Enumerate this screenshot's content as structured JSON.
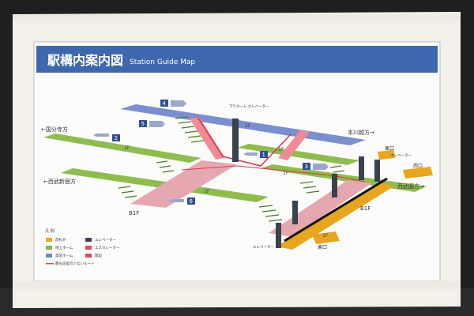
{
  "header": {
    "title_jp": "駅構内案内図",
    "title_en": "Station Guide Map"
  },
  "directions": {
    "kokubunji": "←国分寺方",
    "kogawa": "本川越方→",
    "seibu_shinjuku": "←西武新宿方",
    "seibu_en": "西武園方→"
  },
  "floors": {
    "f2": "2F",
    "f1a": "1F",
    "f1b": "1F",
    "f1c": "1F",
    "f1d": "1F",
    "f1e": "1F",
    "b1f_left": "B1F",
    "b1f_right": "B1F"
  },
  "tracks": [
    "4",
    "5",
    "2",
    "1",
    "3",
    "6"
  ],
  "exits": {
    "west": "西口",
    "east_upper": "東口",
    "east_lower": "東口"
  },
  "elevators": {
    "top": "下りホーム\nエレベーター",
    "right": "エレベーター",
    "left": "エレベーター"
  },
  "legend": {
    "title": "凡 例",
    "items": [
      {
        "label": "改札外",
        "color": "#e8a51e"
      },
      {
        "label": "地上ホーム",
        "color": "#86b44a"
      },
      {
        "label": "高架ホーム",
        "color": "#6f86c4"
      },
      {
        "label": "最も段差の少ないルート",
        "color": "#e04a57"
      },
      {
        "label": "エレベーター",
        "color": "#3a4250"
      },
      {
        "label": "エスカレーター",
        "color": "#e04a57"
      },
      {
        "label": "階段",
        "color": "#e04a57"
      }
    ]
  },
  "colors": {
    "banner": "#3f67ad",
    "ticket_outside": "#e8a51e",
    "ground_platform": "#86b44a",
    "elevated_platform": "#6f86c4",
    "accessible_route": "#e04a57",
    "elevator": "#3a4250"
  }
}
